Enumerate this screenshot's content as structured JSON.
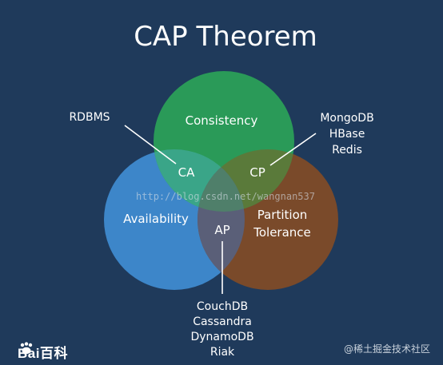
{
  "title": "CAP Theorem",
  "circles": {
    "consistency": {
      "label": "Consistency",
      "color": "#2a9a58"
    },
    "availability": {
      "label": "Availability",
      "color": "#3d86c9"
    },
    "partition": {
      "label": "Partition",
      "label2": "Tolerance",
      "color": "#7a4a2a"
    }
  },
  "intersections": {
    "ca": "CA",
    "cp": "CP",
    "ap": "AP"
  },
  "callouts": {
    "ca": {
      "lines": [
        "RDBMS"
      ]
    },
    "cp": {
      "lines": [
        "MongoDB",
        "HBase",
        "Redis"
      ]
    },
    "ap": {
      "lines": [
        "CouchDB",
        "Cassandra",
        "DynamoDB",
        "Riak"
      ]
    }
  },
  "watermarks": {
    "url": "http://blog.csdn.net/wangnan537",
    "baidu_left": "Bai",
    "baidu_right": "百科",
    "juejin": "@稀土掘金技术社区"
  }
}
